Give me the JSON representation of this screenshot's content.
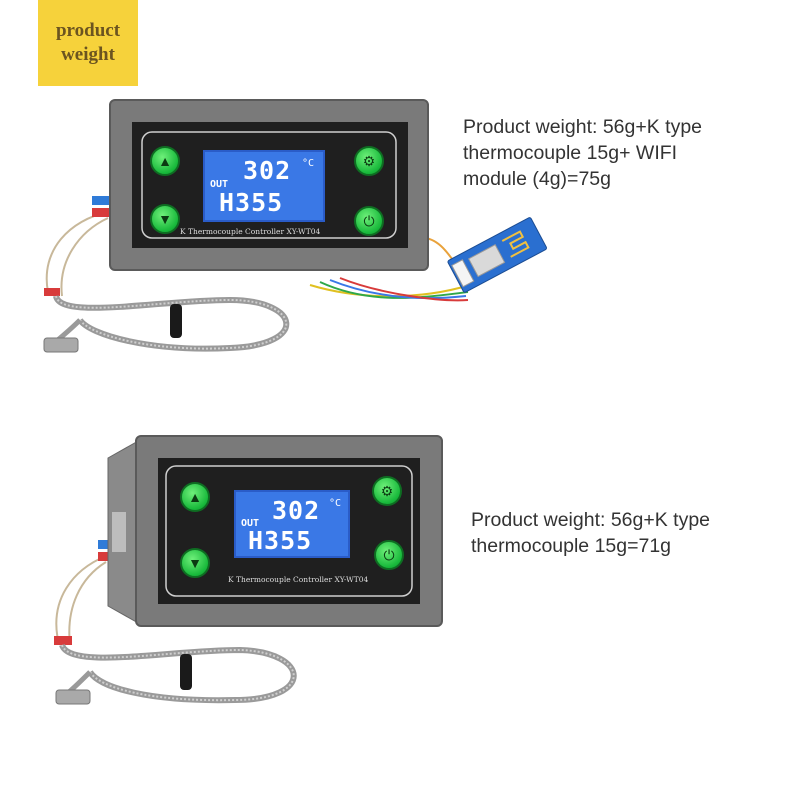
{
  "badge": {
    "line1": "product",
    "line2": "weight"
  },
  "top_caption": {
    "line1": "Product weight: 56g+K type",
    "line2": "thermocouple 15g+ WIFI",
    "line3": "module (4g)=75g"
  },
  "bottom_caption": {
    "line1": "Product weight: 56g+K type",
    "line2": "thermocouple 15g=71g"
  },
  "display": {
    "out": "OUT",
    "temp": "302",
    "unit": "°C",
    "hyst": "H355"
  },
  "model_label": "K Thermocouple Controller XY-WT04",
  "icons": {
    "up": "▲",
    "down": "▼",
    "set": "⚙",
    "power": "⏻"
  },
  "colors": {
    "badge": "#f6d23b",
    "lcd": "#3a78e6",
    "button": "#17b83a",
    "housing": "#7a7a7a"
  }
}
